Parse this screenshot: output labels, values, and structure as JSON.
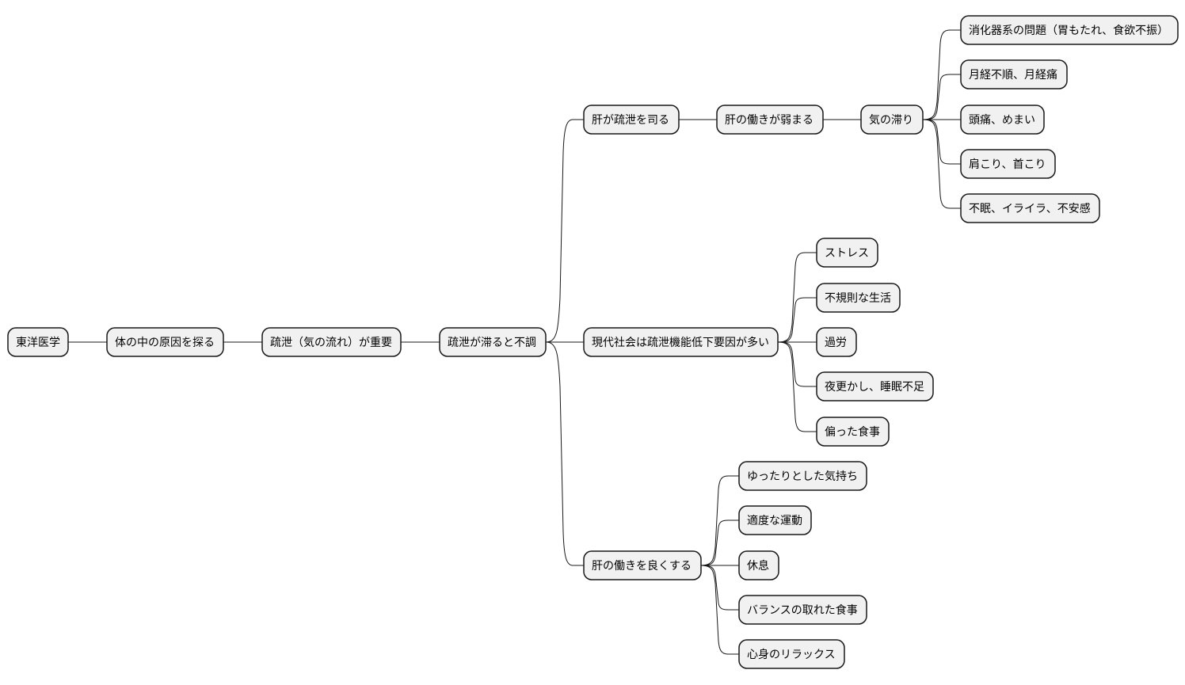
{
  "diagram": {
    "type": "mindmap",
    "root": {
      "id": "root",
      "label": "東洋医学",
      "children": [
        {
          "id": "n1",
          "label": "体の中の原因を探る",
          "children": [
            {
              "id": "n2",
              "label": "疏泄（気の流れ）が重要",
              "children": [
                {
                  "id": "n3",
                  "label": "疏泄が滞ると不調",
                  "children": [
                    {
                      "id": "a1",
                      "label": "肝が疏泄を司る",
                      "children": [
                        {
                          "id": "a2",
                          "label": "肝の働きが弱まる",
                          "children": [
                            {
                              "id": "a3",
                              "label": "気の滞り",
                              "children": [
                                {
                                  "id": "a4",
                                  "label": "消化器系の問題（胃もたれ、食欲不振）"
                                },
                                {
                                  "id": "a5",
                                  "label": "月経不順、月経痛"
                                },
                                {
                                  "id": "a6",
                                  "label": "頭痛、めまい"
                                },
                                {
                                  "id": "a7",
                                  "label": "肩こり、首こり"
                                },
                                {
                                  "id": "a8",
                                  "label": "不眠、イライラ、不安感"
                                }
                              ]
                            }
                          ]
                        }
                      ]
                    },
                    {
                      "id": "b1",
                      "label": "現代社会は疏泄機能低下要因が多い",
                      "children": [
                        {
                          "id": "b2",
                          "label": "ストレス"
                        },
                        {
                          "id": "b3",
                          "label": "不規則な生活"
                        },
                        {
                          "id": "b4",
                          "label": "過労"
                        },
                        {
                          "id": "b5",
                          "label": "夜更かし、睡眠不足"
                        },
                        {
                          "id": "b6",
                          "label": "偏った食事"
                        }
                      ]
                    },
                    {
                      "id": "c1",
                      "label": "肝の働きを良くする",
                      "children": [
                        {
                          "id": "c2",
                          "label": "ゆったりとした気持ち"
                        },
                        {
                          "id": "c3",
                          "label": "適度な運動"
                        },
                        {
                          "id": "c4",
                          "label": "休息"
                        },
                        {
                          "id": "c5",
                          "label": "バランスの取れた食事"
                        },
                        {
                          "id": "c6",
                          "label": "心身のリラックス"
                        }
                      ]
                    }
                  ]
                }
              ]
            }
          ]
        }
      ]
    }
  }
}
